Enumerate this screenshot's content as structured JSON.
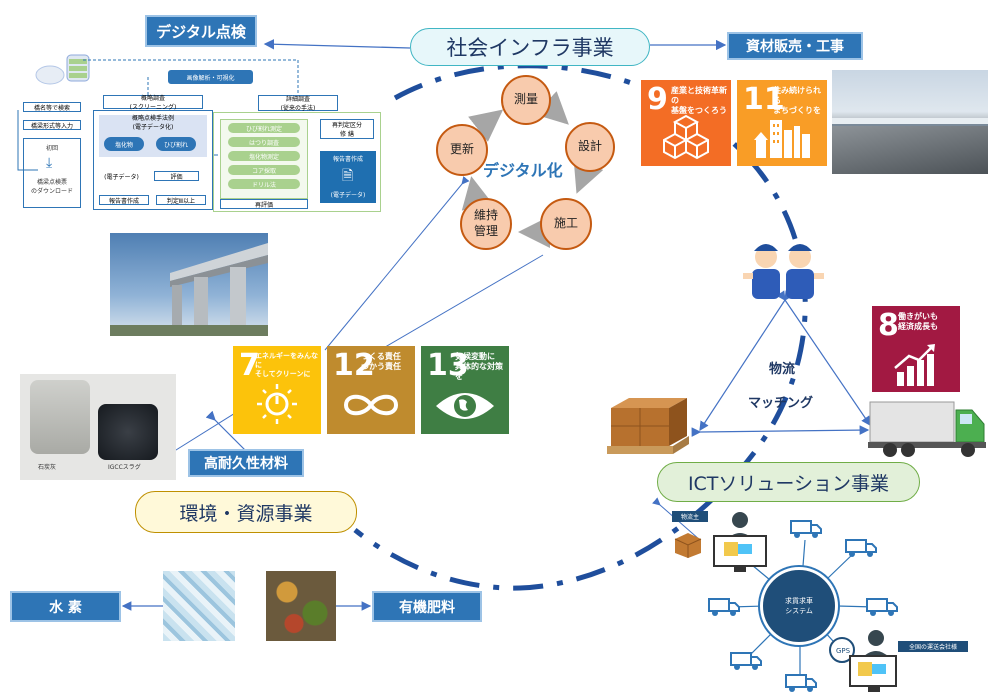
{
  "title_digital_inspection": "デジタル点検",
  "infra_business": "社会インフラ事業",
  "materials_sales": "資材販売・工事",
  "env_business": "環境・資源事業",
  "ict_business": "ICTソリューション事業",
  "high_durability": "高耐久性材料",
  "hydrogen": "水 素",
  "organic_fertilizer": "有機肥料",
  "digitalization": "デジタル化",
  "cycle": [
    "測量",
    "設計",
    "施工",
    "維持管理",
    "更新"
  ],
  "logistics": "物流",
  "matching": "マッチング",
  "sdgs": [
    {
      "num": "9",
      "text": "産業と技術革新の\n基盤をつくろう",
      "color": "#f36d25"
    },
    {
      "num": "11",
      "text": "住み続けられる\nまちづくりを",
      "color": "#f99d26"
    },
    {
      "num": "8",
      "text": "働きがいも\n経済成長も",
      "color": "#a21942"
    },
    {
      "num": "7",
      "text": "エネルギーをみんなに\nそしてクリーンに",
      "color": "#fcc30b"
    },
    {
      "num": "12",
      "text": "つくる責任\nつかう責任",
      "color": "#bf8b2e"
    },
    {
      "num": "13",
      "text": "気候変動に\n具体的な対策を",
      "color": "#3f7e44"
    }
  ],
  "flow": {
    "analysis": "画像解析・可視化",
    "bridge_search": "橋名等で検索",
    "bridge_input": "橋梁形式等入力",
    "initial": "初回",
    "download": "橋梁点検票\nのダウンロード",
    "screening": "概略調査\n(スクリーニング)",
    "method": "概略点検手法例\n(電子データ化)",
    "salt": "塩化物",
    "crack": "ひび割れ",
    "edata": "(電子データ)",
    "evaluate": "評価",
    "report": "報告書作成",
    "judge": "判定Ⅲ以上",
    "detail": "詳細調査\n(従来の手法)",
    "items": [
      "ひび割れ測定",
      "はつり調査",
      "塩化物測定",
      "コア採取",
      "ドリル法"
    ],
    "reeval": "再評価",
    "repair": "再判定区分\n修 繕",
    "report2": "報告書作成",
    "edata2": "(電子データ)"
  },
  "sample_labels": [
    "石炭灰",
    "IGCCスラグ"
  ],
  "ict": {
    "manufacturer": "物流主",
    "system": "求貨求車\nシステム",
    "companies": "全国の運送会社様"
  }
}
